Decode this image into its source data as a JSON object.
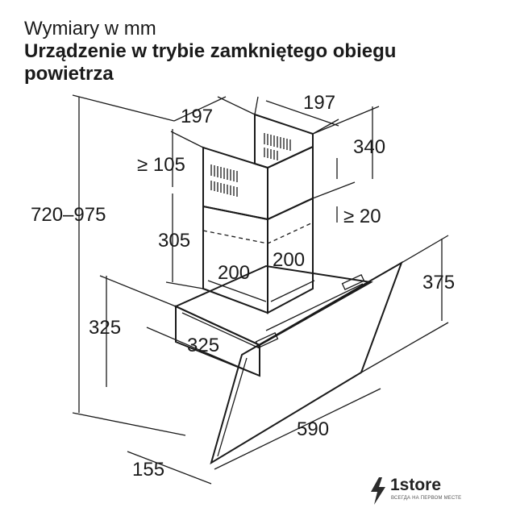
{
  "header": {
    "subtitle": "Wymiary w mm",
    "title_line1": "Urządzenie w trybie zamkniętego obiegu",
    "title_line2": "powietrza"
  },
  "dimensions": {
    "chimney_depth_left": "197",
    "chimney_width_right": "197",
    "upper_chimney_height": "340",
    "min_top_clearance": "≥ 105",
    "height_range": "720–975",
    "min_overlap": "≥ 20",
    "lower_chimney_height": "305",
    "lower_chimney_depth": "200",
    "lower_chimney_width": "200",
    "glass_height": "375",
    "body_height": "325",
    "body_depth": "325",
    "width": "590",
    "base_depth": "155"
  },
  "brand": {
    "name": "1store",
    "tagline": "ВСЕГДА НА ПЕРВОМ МЕСТЕ",
    "icon": "lightning-bolt-icon"
  }
}
